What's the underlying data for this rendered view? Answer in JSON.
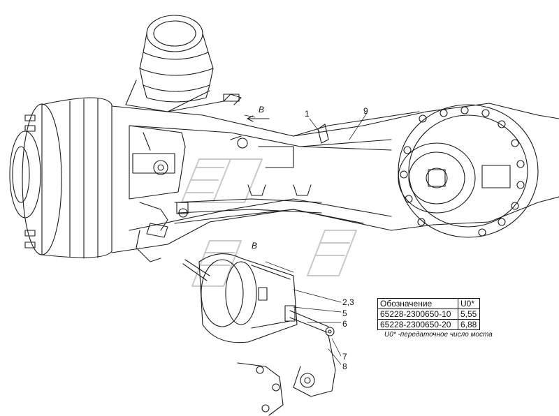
{
  "callouts": {
    "n1": "1",
    "n9": "9",
    "n23": "2,3",
    "n5": "5",
    "n6": "6",
    "n7": "7",
    "n8": "8",
    "view_b_top": "B",
    "view_b_mid": "B"
  },
  "table": {
    "header": [
      "Обозначение",
      "U0*"
    ],
    "rows": [
      [
        "65228-2300650-10",
        "5,55"
      ],
      [
        "65228-2300650-20",
        "6,88"
      ]
    ]
  },
  "note": "U0* -передаточное число моста",
  "colors": {
    "line": "#1a1a1a",
    "watermark": "#c9c9c9"
  }
}
